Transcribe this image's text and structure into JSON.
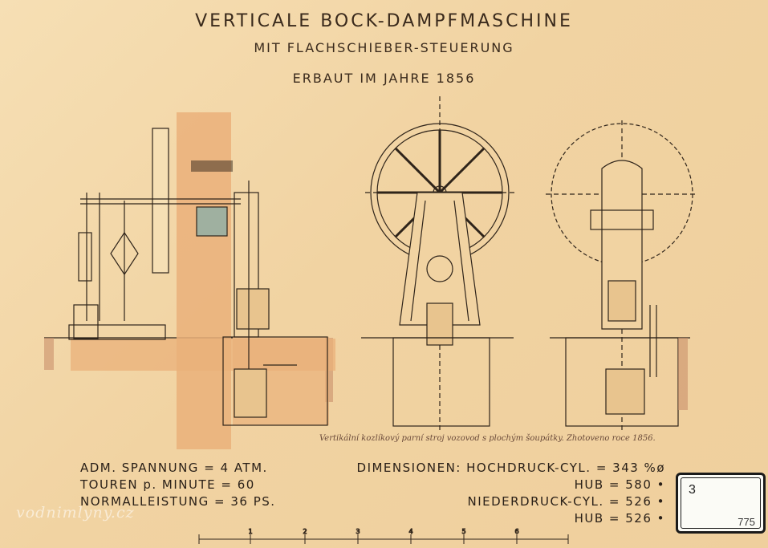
{
  "title": {
    "line1": "VERTICALE BOCK-DAMPFMASCHINE",
    "line2": "MIT FLACHSCHIEBER-STEUERUNG",
    "line3": "ERBAUT IM JAHRE 1856"
  },
  "specs": [
    "ADM. SPANNUNG = 4 ATM.",
    "TOUREN p. MINUTE = 60",
    "NORMALLEISTUNG = 36 PS."
  ],
  "dimensions": [
    "DIMENSIONEN: HOCHDRUCK-CYL. = 343 %ø",
    "HUB = 580 •",
    "NIEDERDRUCK-CYL. = 526 •",
    "HUB = 526 •"
  ],
  "handwritten_note": "Vertikální kozlíkový parní stroj vozovod s plochým šoupátky. Zhotoveno roce 1856.",
  "archive_label": {
    "top": "3",
    "bottom": "775"
  },
  "watermark": "vodnimlyny.cz",
  "scale_ticks": [
    "1",
    "2",
    "3",
    "4",
    "5",
    "6"
  ],
  "colors": {
    "paper": "#f3d9ad",
    "ink": "#3a2a1c",
    "orange_wash": "#eab07a",
    "green_wash": "#9fb0a0"
  }
}
